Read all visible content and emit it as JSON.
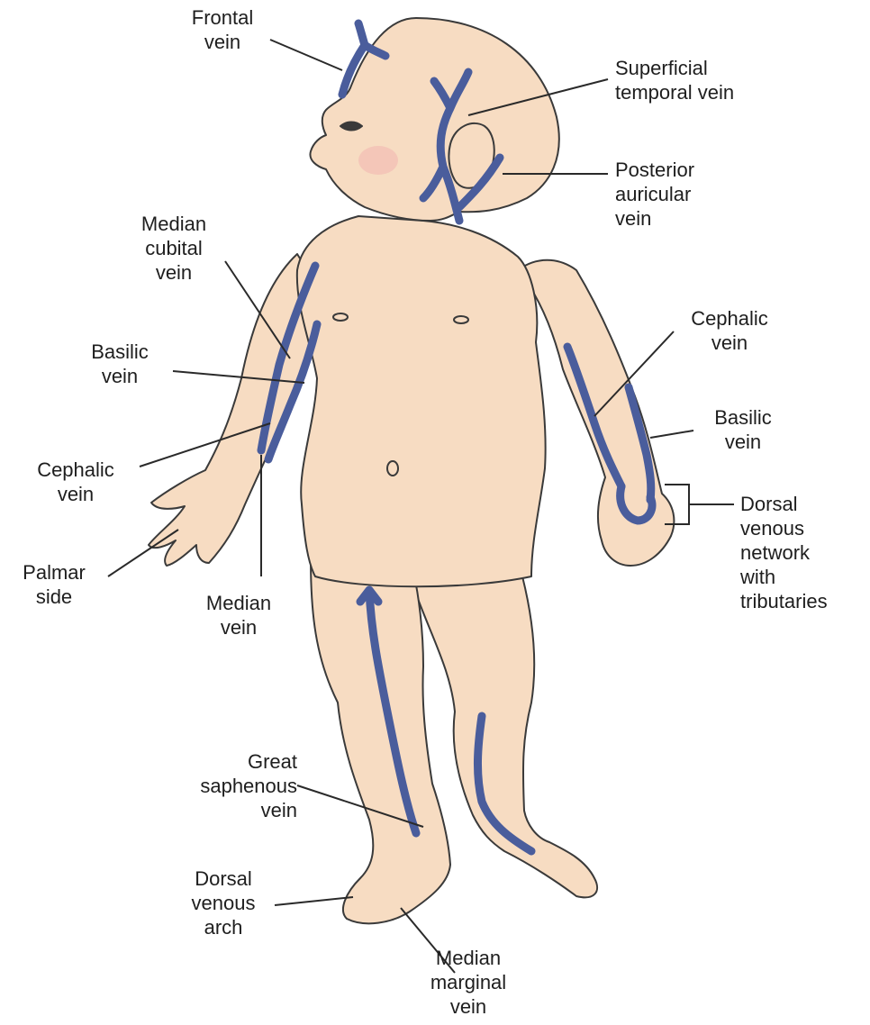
{
  "colors": {
    "skin": "#f7dcc2",
    "outline": "#3a3a3a",
    "vein": "#4a5d9c",
    "leader": "#2a2a2a",
    "cheek": "#f2b7b0",
    "text": "#1e1e1e"
  },
  "labels": {
    "frontal_vein": [
      "Frontal",
      "vein"
    ],
    "superficial_temporal_vein": [
      "Superficial",
      "temporal vein"
    ],
    "posterior_auricular_vein": [
      "Posterior",
      "auricular",
      "vein"
    ],
    "median_cubital_vein": [
      "Median",
      "cubital",
      "vein"
    ],
    "basilic_vein_left": [
      "Basilic",
      "vein"
    ],
    "cephalic_vein_left": [
      "Cephalic",
      "vein"
    ],
    "palmar_side": [
      "Palmar",
      "side"
    ],
    "median_vein": [
      "Median",
      "vein"
    ],
    "cephalic_vein_right": [
      "Cephalic",
      "vein"
    ],
    "basilic_vein_right": [
      "Basilic",
      "vein"
    ],
    "dorsal_venous_network": [
      "Dorsal",
      "venous",
      "network",
      "with",
      "tributaries"
    ],
    "great_saphenous_vein": [
      "Great",
      "saphenous",
      "vein"
    ],
    "dorsal_venous_arch": [
      "Dorsal",
      "venous",
      "arch"
    ],
    "median_marginal_vein": [
      "Median",
      "marginal",
      "vein"
    ]
  }
}
